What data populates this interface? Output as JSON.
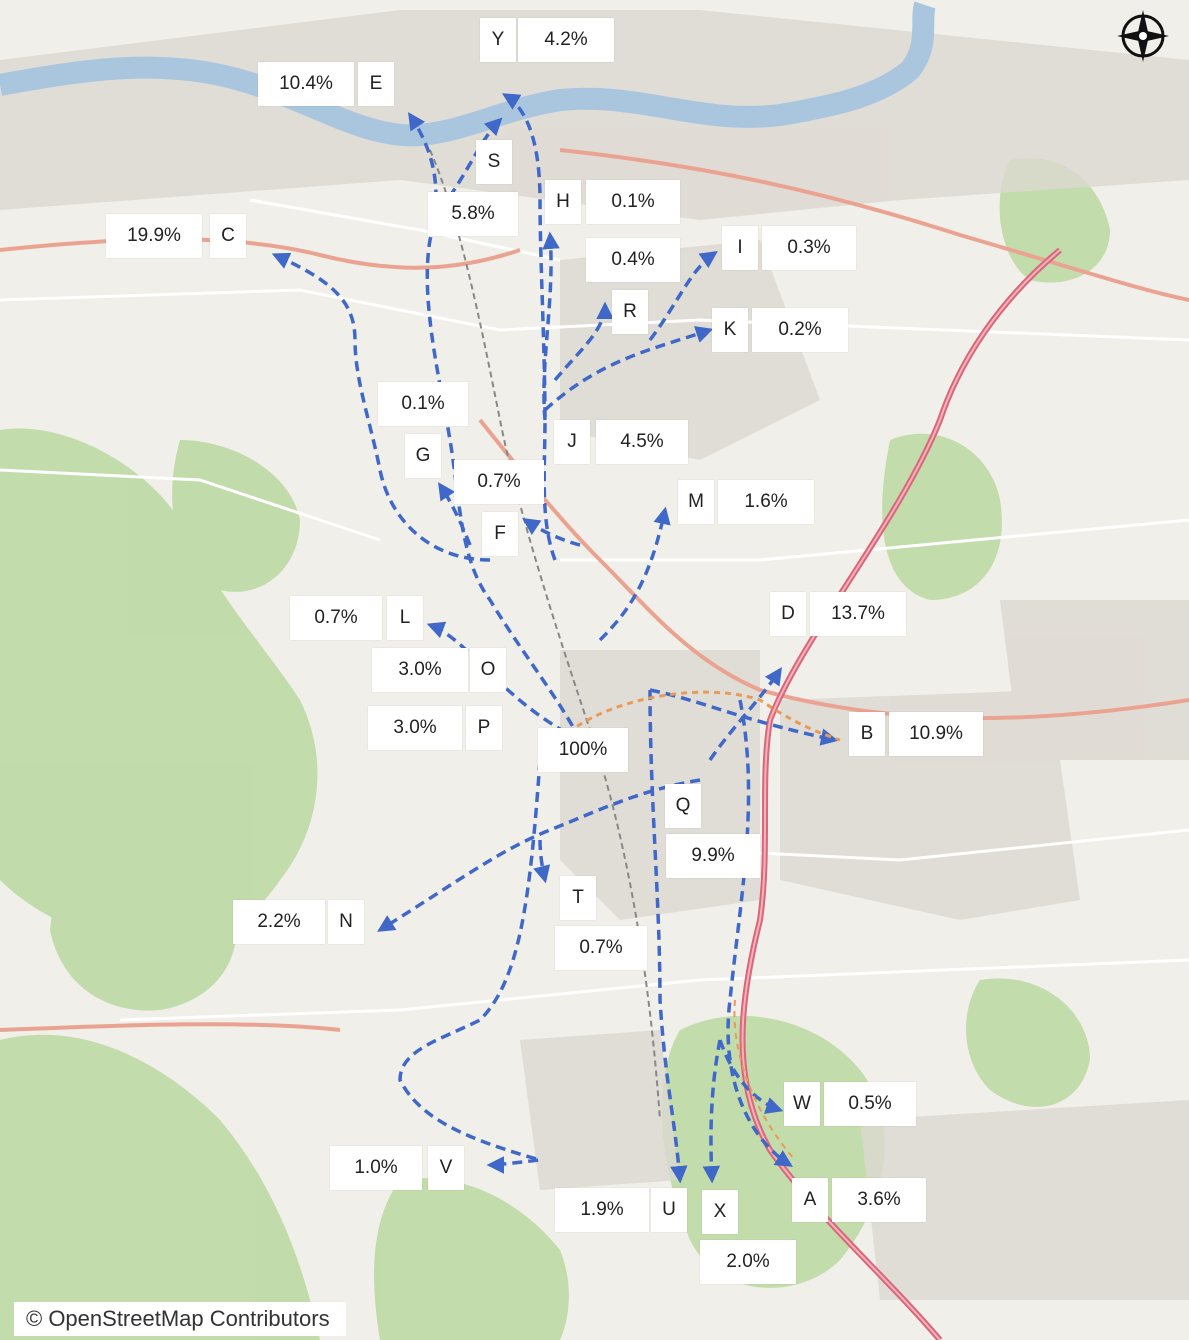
{
  "credit": "© OpenStreetMap Contributors",
  "compass_icon": "compass-rose-icon",
  "colors": {
    "route": "#3f68c8",
    "main_road": "#e8928a",
    "motorway": "#d9667a",
    "river": "#aac4db",
    "green": "#b9d7a0"
  },
  "nodes": [
    {
      "id": "Y",
      "label": "Y",
      "value": "4.2%"
    },
    {
      "id": "E",
      "label": "E",
      "value": "10.4%"
    },
    {
      "id": "S",
      "label": "S",
      "value": "5.8%"
    },
    {
      "id": "C",
      "label": "C",
      "value": "19.9%"
    },
    {
      "id": "H",
      "label": "H",
      "value": "0.1%"
    },
    {
      "id": "I",
      "label": "I",
      "value": "0.3%"
    },
    {
      "id": "R",
      "label": "R",
      "value": "0.4%"
    },
    {
      "id": "K",
      "label": "K",
      "value": "0.2%"
    },
    {
      "id": "G",
      "label": "G",
      "value": "0.1%"
    },
    {
      "id": "J",
      "label": "J",
      "value": "4.5%"
    },
    {
      "id": "F",
      "label": "F",
      "value": "0.7%"
    },
    {
      "id": "M",
      "label": "M",
      "value": "1.6%"
    },
    {
      "id": "D",
      "label": "D",
      "value": "13.7%"
    },
    {
      "id": "L",
      "label": "L",
      "value": "0.7%"
    },
    {
      "id": "O",
      "label": "O",
      "value": "3.0%"
    },
    {
      "id": "P",
      "label": "P",
      "value": "3.0%"
    },
    {
      "id": "origin",
      "label": "",
      "value": "100%"
    },
    {
      "id": "B",
      "label": "B",
      "value": "10.9%"
    },
    {
      "id": "Q",
      "label": "Q",
      "value": "9.9%"
    },
    {
      "id": "T",
      "label": "T",
      "value": "0.7%"
    },
    {
      "id": "N",
      "label": "N",
      "value": "2.2%"
    },
    {
      "id": "W",
      "label": "W",
      "value": "0.5%"
    },
    {
      "id": "V",
      "label": "V",
      "value": "1.0%"
    },
    {
      "id": "U",
      "label": "U",
      "value": "1.9%"
    },
    {
      "id": "X",
      "label": "X",
      "value": "2.0%"
    },
    {
      "id": "A",
      "label": "A",
      "value": "3.6%"
    }
  ]
}
